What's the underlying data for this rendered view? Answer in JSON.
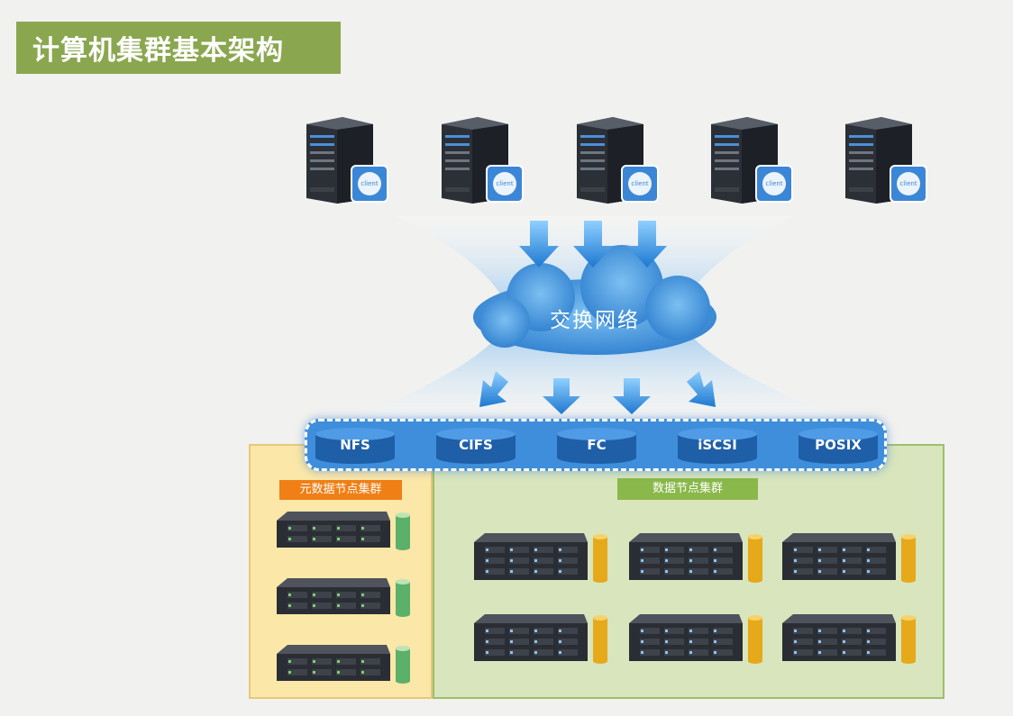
{
  "title": "计算机集群基本架构",
  "clients": [
    {
      "label": "client"
    },
    {
      "label": "client"
    },
    {
      "label": "client"
    },
    {
      "label": "client"
    },
    {
      "label": "client"
    }
  ],
  "network": {
    "label": "交换网络"
  },
  "protocols": [
    "NFS",
    "CIFS",
    "FC",
    "iSCSI",
    "POSIX"
  ],
  "metadata_cluster": {
    "label": "元数据节点集群",
    "node_count": 3
  },
  "data_cluster": {
    "label": "数据节点集群",
    "node_count": 6
  },
  "colors": {
    "title_bg": "#8aa750",
    "cloud": "#3f8fd8",
    "protocol_bar": "#3e8edb",
    "meta_panel": "#fbe7a8",
    "meta_tag": "#f07f16",
    "data_panel": "#d9e5bd",
    "data_tag": "#8ab84a",
    "storage_green": "#5bb06a",
    "storage_gold": "#e6a91a"
  }
}
